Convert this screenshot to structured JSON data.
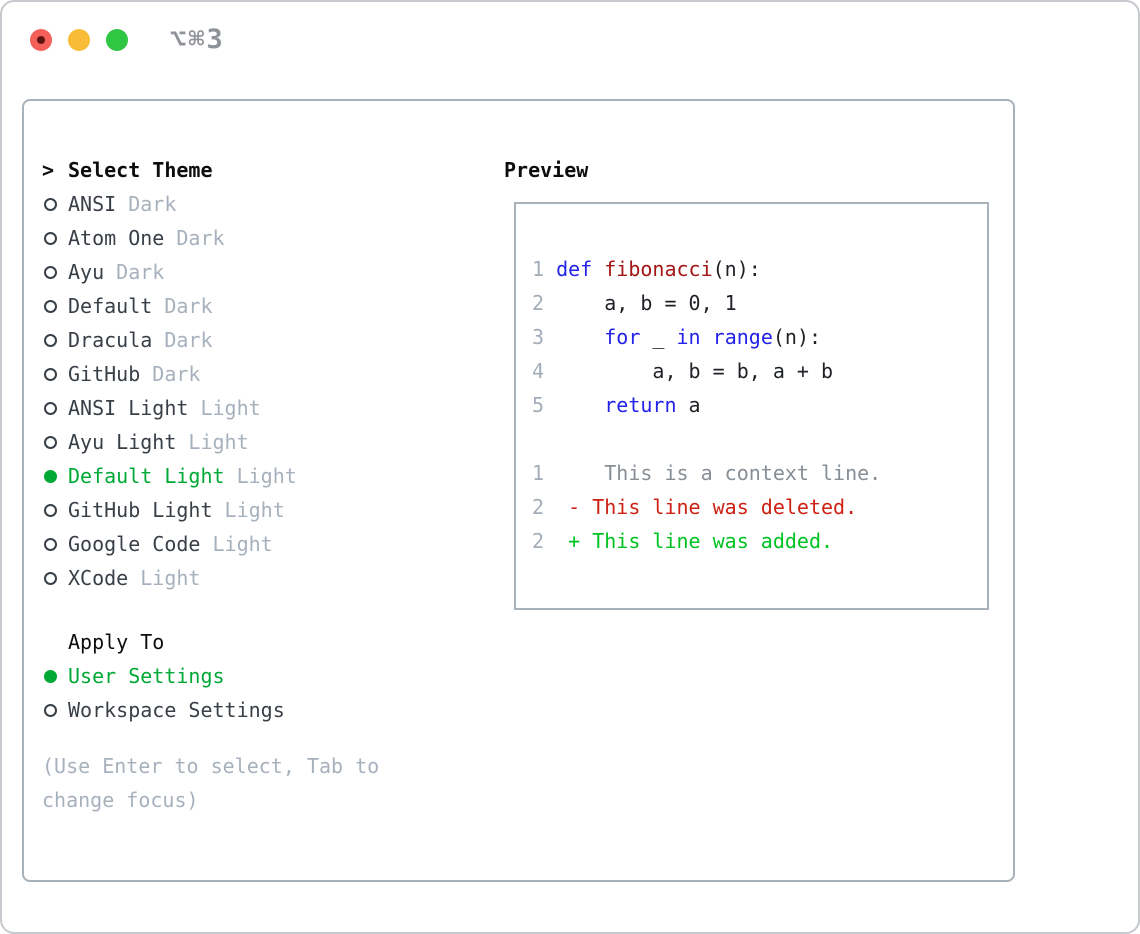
{
  "titlebar": {
    "shortcut": "⌥⌘3"
  },
  "theme_panel": {
    "title_prefix": ">",
    "title": "Select Theme",
    "themes": [
      {
        "name": "ANSI",
        "variant": "Dark",
        "selected": false
      },
      {
        "name": "Atom One",
        "variant": "Dark",
        "selected": false
      },
      {
        "name": "Ayu",
        "variant": "Dark",
        "selected": false
      },
      {
        "name": "Default",
        "variant": "Dark",
        "selected": false
      },
      {
        "name": "Dracula",
        "variant": "Dark",
        "selected": false
      },
      {
        "name": "GitHub",
        "variant": "Dark",
        "selected": false
      },
      {
        "name": "ANSI Light",
        "variant": "Light",
        "selected": false
      },
      {
        "name": "Ayu Light",
        "variant": "Light",
        "selected": false
      },
      {
        "name": "Default Light",
        "variant": "Light",
        "selected": true
      },
      {
        "name": "GitHub Light",
        "variant": "Light",
        "selected": false
      },
      {
        "name": "Google Code",
        "variant": "Light",
        "selected": false
      },
      {
        "name": "XCode",
        "variant": "Light",
        "selected": false
      }
    ],
    "apply_to": {
      "title": "Apply To",
      "options": [
        {
          "label": "User Settings",
          "selected": true
        },
        {
          "label": "Workspace Settings",
          "selected": false
        }
      ]
    },
    "hint": "(Use Enter to select, Tab to change focus)"
  },
  "preview": {
    "title": "Preview",
    "code_lines": [
      {
        "number": "1",
        "tokens": [
          {
            "text": "def",
            "type": "keyword"
          },
          {
            "text": " ",
            "type": "plain"
          },
          {
            "text": "fibonacci",
            "type": "function"
          },
          {
            "text": "(n):",
            "type": "plain"
          }
        ]
      },
      {
        "number": "2",
        "tokens": [
          {
            "text": "    a, b = 0, 1",
            "type": "plain"
          }
        ]
      },
      {
        "number": "3",
        "tokens": [
          {
            "text": "    ",
            "type": "plain"
          },
          {
            "text": "for",
            "type": "keyword"
          },
          {
            "text": " _ ",
            "type": "plain"
          },
          {
            "text": "in",
            "type": "keyword"
          },
          {
            "text": " ",
            "type": "plain"
          },
          {
            "text": "range",
            "type": "keyword"
          },
          {
            "text": "(n):",
            "type": "plain"
          }
        ]
      },
      {
        "number": "4",
        "tokens": [
          {
            "text": "        a, b = b, a + b",
            "type": "plain"
          }
        ]
      },
      {
        "number": "5",
        "tokens": [
          {
            "text": "    ",
            "type": "plain"
          },
          {
            "text": "return",
            "type": "keyword"
          },
          {
            "text": " a",
            "type": "plain"
          }
        ]
      }
    ],
    "diff_lines": [
      {
        "number": "1",
        "pad": "     ",
        "marker": "",
        "text": "This is a context line.",
        "kind": "context"
      },
      {
        "number": "2",
        "pad": "  ",
        "marker": "-",
        "text": "This line was deleted.",
        "kind": "deleted"
      },
      {
        "number": "2",
        "pad": "  ",
        "marker": "+",
        "text": "This line was added.",
        "kind": "added"
      }
    ]
  },
  "colors": {
    "selected_green": "#00a936",
    "added_green": "#00c321",
    "deleted_red": "#cd2114",
    "keyword_blue": "#2222e8",
    "function_red": "#a41515",
    "text_dark": "#393f47",
    "text_muted": "#a7b1bd",
    "heading": "#0c0d0f",
    "line_number": "#a3adba",
    "context_gray": "#878e95",
    "panel_border": "#a9b1ba",
    "traffic_red": "#f45f58",
    "traffic_red_dot": "#5f1412",
    "traffic_yellow": "#f9bc37",
    "traffic_green": "#2fc644",
    "shortcut_gray": "#8f9399"
  }
}
